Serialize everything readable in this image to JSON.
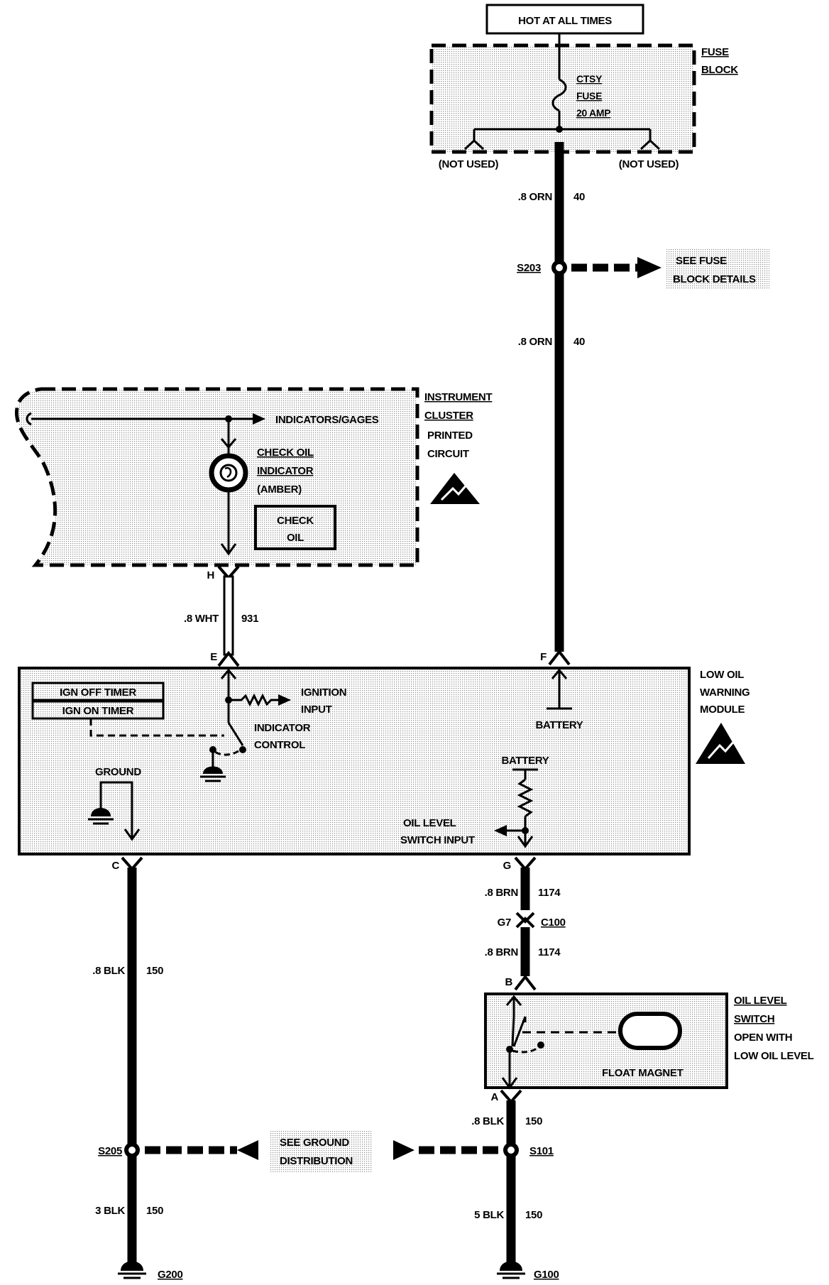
{
  "power": {
    "hot_label": "HOT AT ALL TIMES",
    "fuse_block": [
      "FUSE",
      "BLOCK"
    ],
    "fuse": [
      "CTSY",
      "FUSE",
      "20 AMP"
    ],
    "not_used_left": "(NOT USED)",
    "not_used_right": "(NOT USED)"
  },
  "wires": {
    "orn_top": {
      "gauge": ".8 ORN",
      "circuit": "40"
    },
    "orn_bottom": {
      "gauge": ".8 ORN",
      "circuit": "40"
    },
    "wht": {
      "gauge": ".8 WHT",
      "circuit": "931"
    },
    "brn_top": {
      "gauge": ".8 BRN",
      "circuit": "1174"
    },
    "brn_bottom": {
      "gauge": ".8 BRN",
      "circuit": "1174"
    },
    "blk_left_top": {
      "gauge": ".8 BLK",
      "circuit": "150"
    },
    "blk_left_bottom": {
      "gauge": "3 BLK",
      "circuit": "150"
    },
    "blk_right_top": {
      "gauge": ".8 BLK",
      "circuit": "150"
    },
    "blk_right_bottom": {
      "gauge": "5 BLK",
      "circuit": "150"
    }
  },
  "splices": {
    "s203": "S203",
    "see_fuse": [
      "SEE FUSE",
      "BLOCK DETAILS"
    ],
    "s205": "S205",
    "s101": "S101",
    "see_ground": [
      "SEE GROUND",
      "DISTRIBUTION"
    ]
  },
  "cluster": {
    "title": [
      "INSTRUMENT",
      "CLUSTER",
      "PRINTED",
      "CIRCUIT"
    ],
    "indicators": "INDICATORS/GAGES",
    "check_oil_indicator": [
      "CHECK OIL",
      "INDICATOR",
      "(AMBER)"
    ],
    "check_oil_box": [
      "CHECK",
      "OIL"
    ]
  },
  "connectors": {
    "h": "H",
    "e": "E",
    "f": "F",
    "c": "C",
    "g": "G",
    "b": "B",
    "a": "A",
    "g7": "G7",
    "c100": "C100"
  },
  "module": {
    "title": [
      "LOW OIL",
      "WARNING",
      "MODULE"
    ],
    "ign_off_timer": "IGN OFF TIMER",
    "ign_on_timer": "IGN ON TIMER",
    "ignition_input": [
      "IGNITION",
      "INPUT"
    ],
    "indicator_control": [
      "INDICATOR",
      "CONTROL"
    ],
    "ground": "GROUND",
    "battery_f": "BATTERY",
    "battery_g": "BATTERY",
    "oil_level_switch_input": [
      "OIL LEVEL",
      "SWITCH INPUT"
    ]
  },
  "switch": {
    "title": [
      "OIL LEVEL",
      "SWITCH"
    ],
    "note": [
      "OPEN WITH",
      "LOW OIL LEVEL"
    ],
    "float_magnet": "FLOAT MAGNET"
  },
  "grounds": {
    "g200": "G200",
    "g100": "G100"
  }
}
